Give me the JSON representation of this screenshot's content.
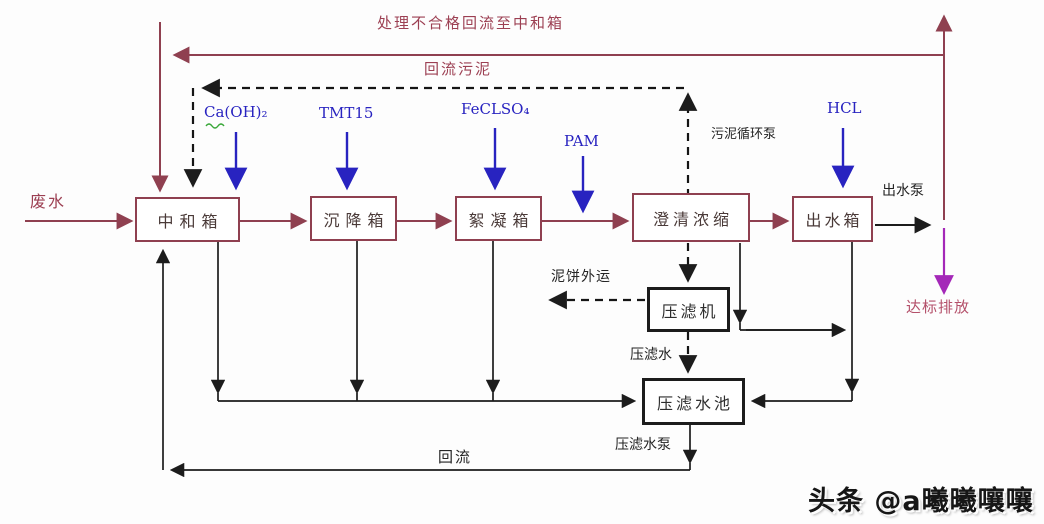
{
  "colors": {
    "flow_line_maroon": "#8f4050",
    "chemical_blue": "#2823c0",
    "discharge_purple": "#a428b8",
    "discharge_text_rose": "#b4506a",
    "pipe_black": "#1c1c1c",
    "squiggle_green": "#3aa83a"
  },
  "nodes": {
    "neutralization": "中和箱",
    "settling": "沉降箱",
    "flocculation": "絮凝箱",
    "clarifier": "澄清浓缩",
    "outlet": "出水箱",
    "filter_press": "压滤机",
    "filter_pool": "压滤水池"
  },
  "chemicals": {
    "lime": "Ca(OH)₂",
    "tmt15": "TMT15",
    "feclso4": "FeCLSO₄",
    "pam": "PAM",
    "hcl": "HCL"
  },
  "labels": {
    "influent": "废水",
    "top_return": "处理不合格回流至中和箱",
    "return_sludge": "回流污泥",
    "sludge_pump": "污泥循环泵",
    "outlet_pump": "出水泵",
    "discharge": "达标排放",
    "mud_cake": "泥饼外运",
    "filter_water": "压滤水",
    "filter_water_pump": "压滤水泵",
    "reflux": "回流"
  },
  "watermark": "头条 @a曦曦嚷嚷"
}
